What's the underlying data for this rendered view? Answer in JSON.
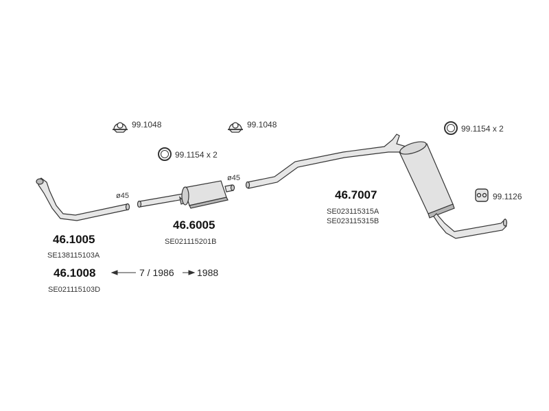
{
  "parts": {
    "front_pipe": {
      "number": "46.1005",
      "oe": "SE138115103A",
      "diameter": "ø45"
    },
    "alt_front_pipe": {
      "number": "46.1008",
      "oe": "SE021115103D"
    },
    "middle_silencer": {
      "number": "46.6005",
      "oe": "SE021115201B",
      "diameter": "ø45"
    },
    "rear_silencer": {
      "number": "46.7007",
      "oe_1": "SE023115315A",
      "oe_2": "SE023115315B"
    }
  },
  "accessories": {
    "clamp_1": "99.1048",
    "clamp_2": "99.1048",
    "ring_1": "99.1154 x 2",
    "ring_2": "99.1154 x 2",
    "hanger": "99.1126"
  },
  "date_range": {
    "from": "7 / 1986",
    "to": "1988"
  },
  "colors": {
    "line": "#333333",
    "fill": "#e2e2e2",
    "shade": "#b5b5b5"
  }
}
